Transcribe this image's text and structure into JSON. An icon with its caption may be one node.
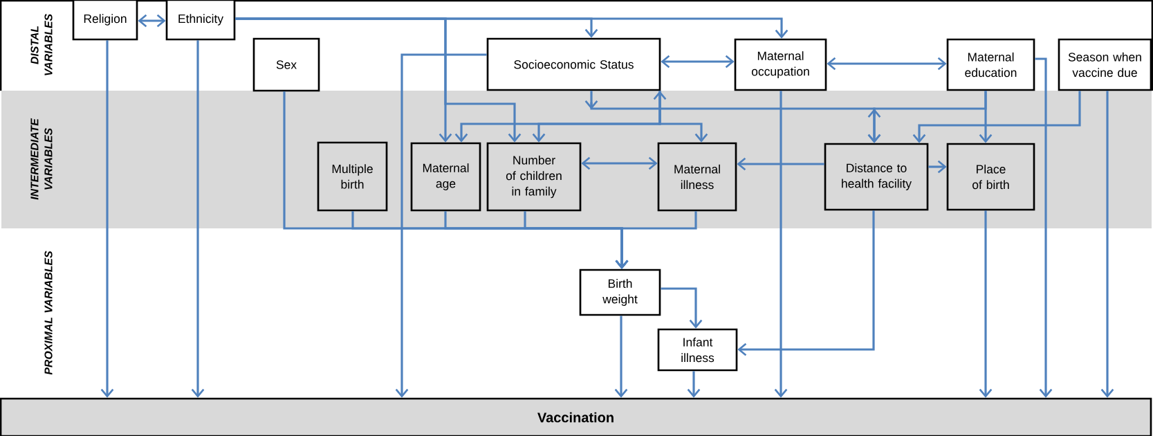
{
  "diagram": {
    "nodes": [
      {
        "text": [
          "Religion"
        ]
      },
      {
        "text": [
          "Ethnicity"
        ]
      },
      {
        "text": [
          "Sex"
        ]
      },
      {
        "text": [
          "Socioeconomic Status"
        ]
      },
      {
        "text": [
          "Maternal occupation"
        ]
      },
      {
        "text": [
          "Maternal education"
        ]
      },
      {
        "text": [
          "Season when vaccine due"
        ]
      },
      {
        "text": [
          "Multiple birth"
        ]
      },
      {
        "text": [
          "Maternal age"
        ]
      },
      {
        "text": [
          "Number of children in family"
        ]
      },
      {
        "text": [
          "Maternal illness"
        ]
      },
      {
        "text": [
          "Distance to health facility"
        ]
      },
      {
        "text": [
          "Place of birth"
        ]
      },
      {
        "text": [
          "Birth weight"
        ]
      },
      {
        "text": [
          "Infant illness"
        ]
      },
      {
        "text": [
          "Vaccination"
        ]
      }
    ],
    "edges": [
      {
        "from": 0,
        "to": 1,
        "arrow": "both"
      },
      {
        "from": 0,
        "to": 15,
        "arrow": "to"
      },
      {
        "from": 1,
        "to": 15,
        "arrow": "to"
      },
      {
        "from": 1,
        "to": 3,
        "arrow": "to"
      },
      {
        "from": 1,
        "to": 4,
        "arrow": "to"
      },
      {
        "from": 1,
        "to": 8,
        "arrow": "to"
      },
      {
        "from": 1,
        "to": 9,
        "arrow": "to"
      },
      {
        "from": 3,
        "to": 15,
        "arrow": "to"
      },
      {
        "from": 3,
        "to": 4,
        "arrow": "both"
      },
      {
        "from": 4,
        "to": 5,
        "arrow": "both"
      },
      {
        "from": 3,
        "to": 8,
        "arrow": "both"
      },
      {
        "from": 3,
        "to": 9,
        "arrow": "to"
      },
      {
        "from": 3,
        "to": 10,
        "arrow": "to"
      },
      {
        "from": 3,
        "to": 11,
        "arrow": "to"
      },
      {
        "from": 5,
        "to": 11,
        "arrow": "to"
      },
      {
        "from": 5,
        "to": 12,
        "arrow": "to"
      },
      {
        "from": 5,
        "to": 15,
        "arrow": "to"
      },
      {
        "from": 6,
        "to": 11,
        "arrow": "to"
      },
      {
        "from": 6,
        "to": 15,
        "arrow": "to"
      },
      {
        "from": 4,
        "to": 15,
        "arrow": "to"
      },
      {
        "from": 9,
        "to": 10,
        "arrow": "both"
      },
      {
        "from": 11,
        "to": 10,
        "arrow": "to"
      },
      {
        "from": 11,
        "to": 12,
        "arrow": "to"
      },
      {
        "from": 11,
        "to": 14,
        "arrow": "to"
      },
      {
        "from": 12,
        "to": 15,
        "arrow": "to"
      },
      {
        "from": 2,
        "to": 13,
        "arrow": "to"
      },
      {
        "from": 7,
        "to": 13,
        "arrow": "to"
      },
      {
        "from": 8,
        "to": 13,
        "arrow": "to"
      },
      {
        "from": 9,
        "to": 13,
        "arrow": "to"
      },
      {
        "from": 10,
        "to": 13,
        "arrow": "to"
      },
      {
        "from": 13,
        "to": 15,
        "arrow": "to"
      },
      {
        "from": 13,
        "to": 14,
        "arrow": "to"
      },
      {
        "from": 14,
        "to": 15,
        "arrow": "to"
      }
    ],
    "labels": [
      "DISTAL VARIABLES",
      "INTERMEDIATE VARIABLES",
      "PROXIMAL VARIABLES"
    ]
  }
}
